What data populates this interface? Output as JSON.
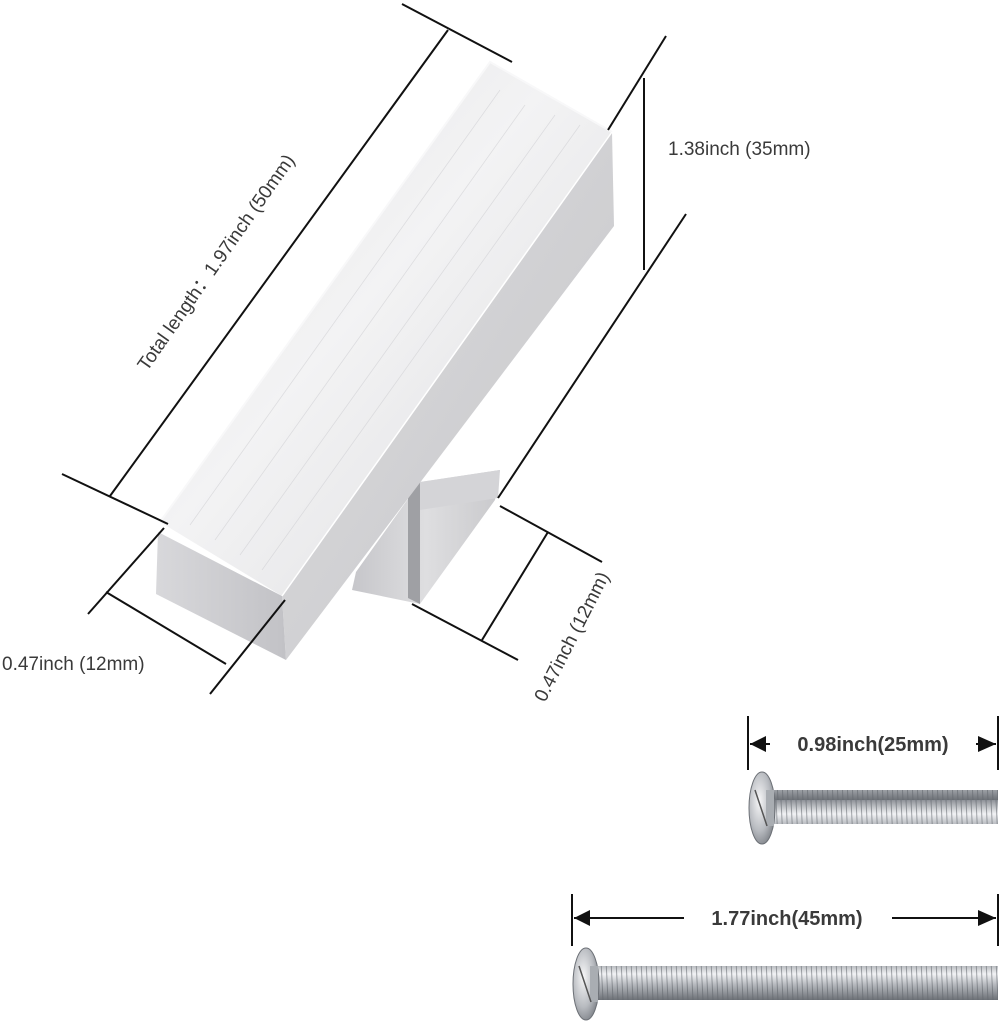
{
  "dimensions": {
    "total_length": "Total length：1.97inch (50mm)",
    "height": "1.38inch (35mm)",
    "end_width": "0.47inch (12mm)",
    "base_width": "0.47inch (12mm)",
    "short_screw": "0.98inch(25mm)",
    "long_screw": "1.77inch(45mm)"
  },
  "colors": {
    "background": "#ffffff",
    "metal_light": "#ececee",
    "metal_mid": "#cfcfd2",
    "metal_dark": "#b4b4b8",
    "line": "#111111",
    "label": "#3a3a3a"
  },
  "icons": [
    "t-bar-knob",
    "short-screw",
    "long-screw"
  ]
}
